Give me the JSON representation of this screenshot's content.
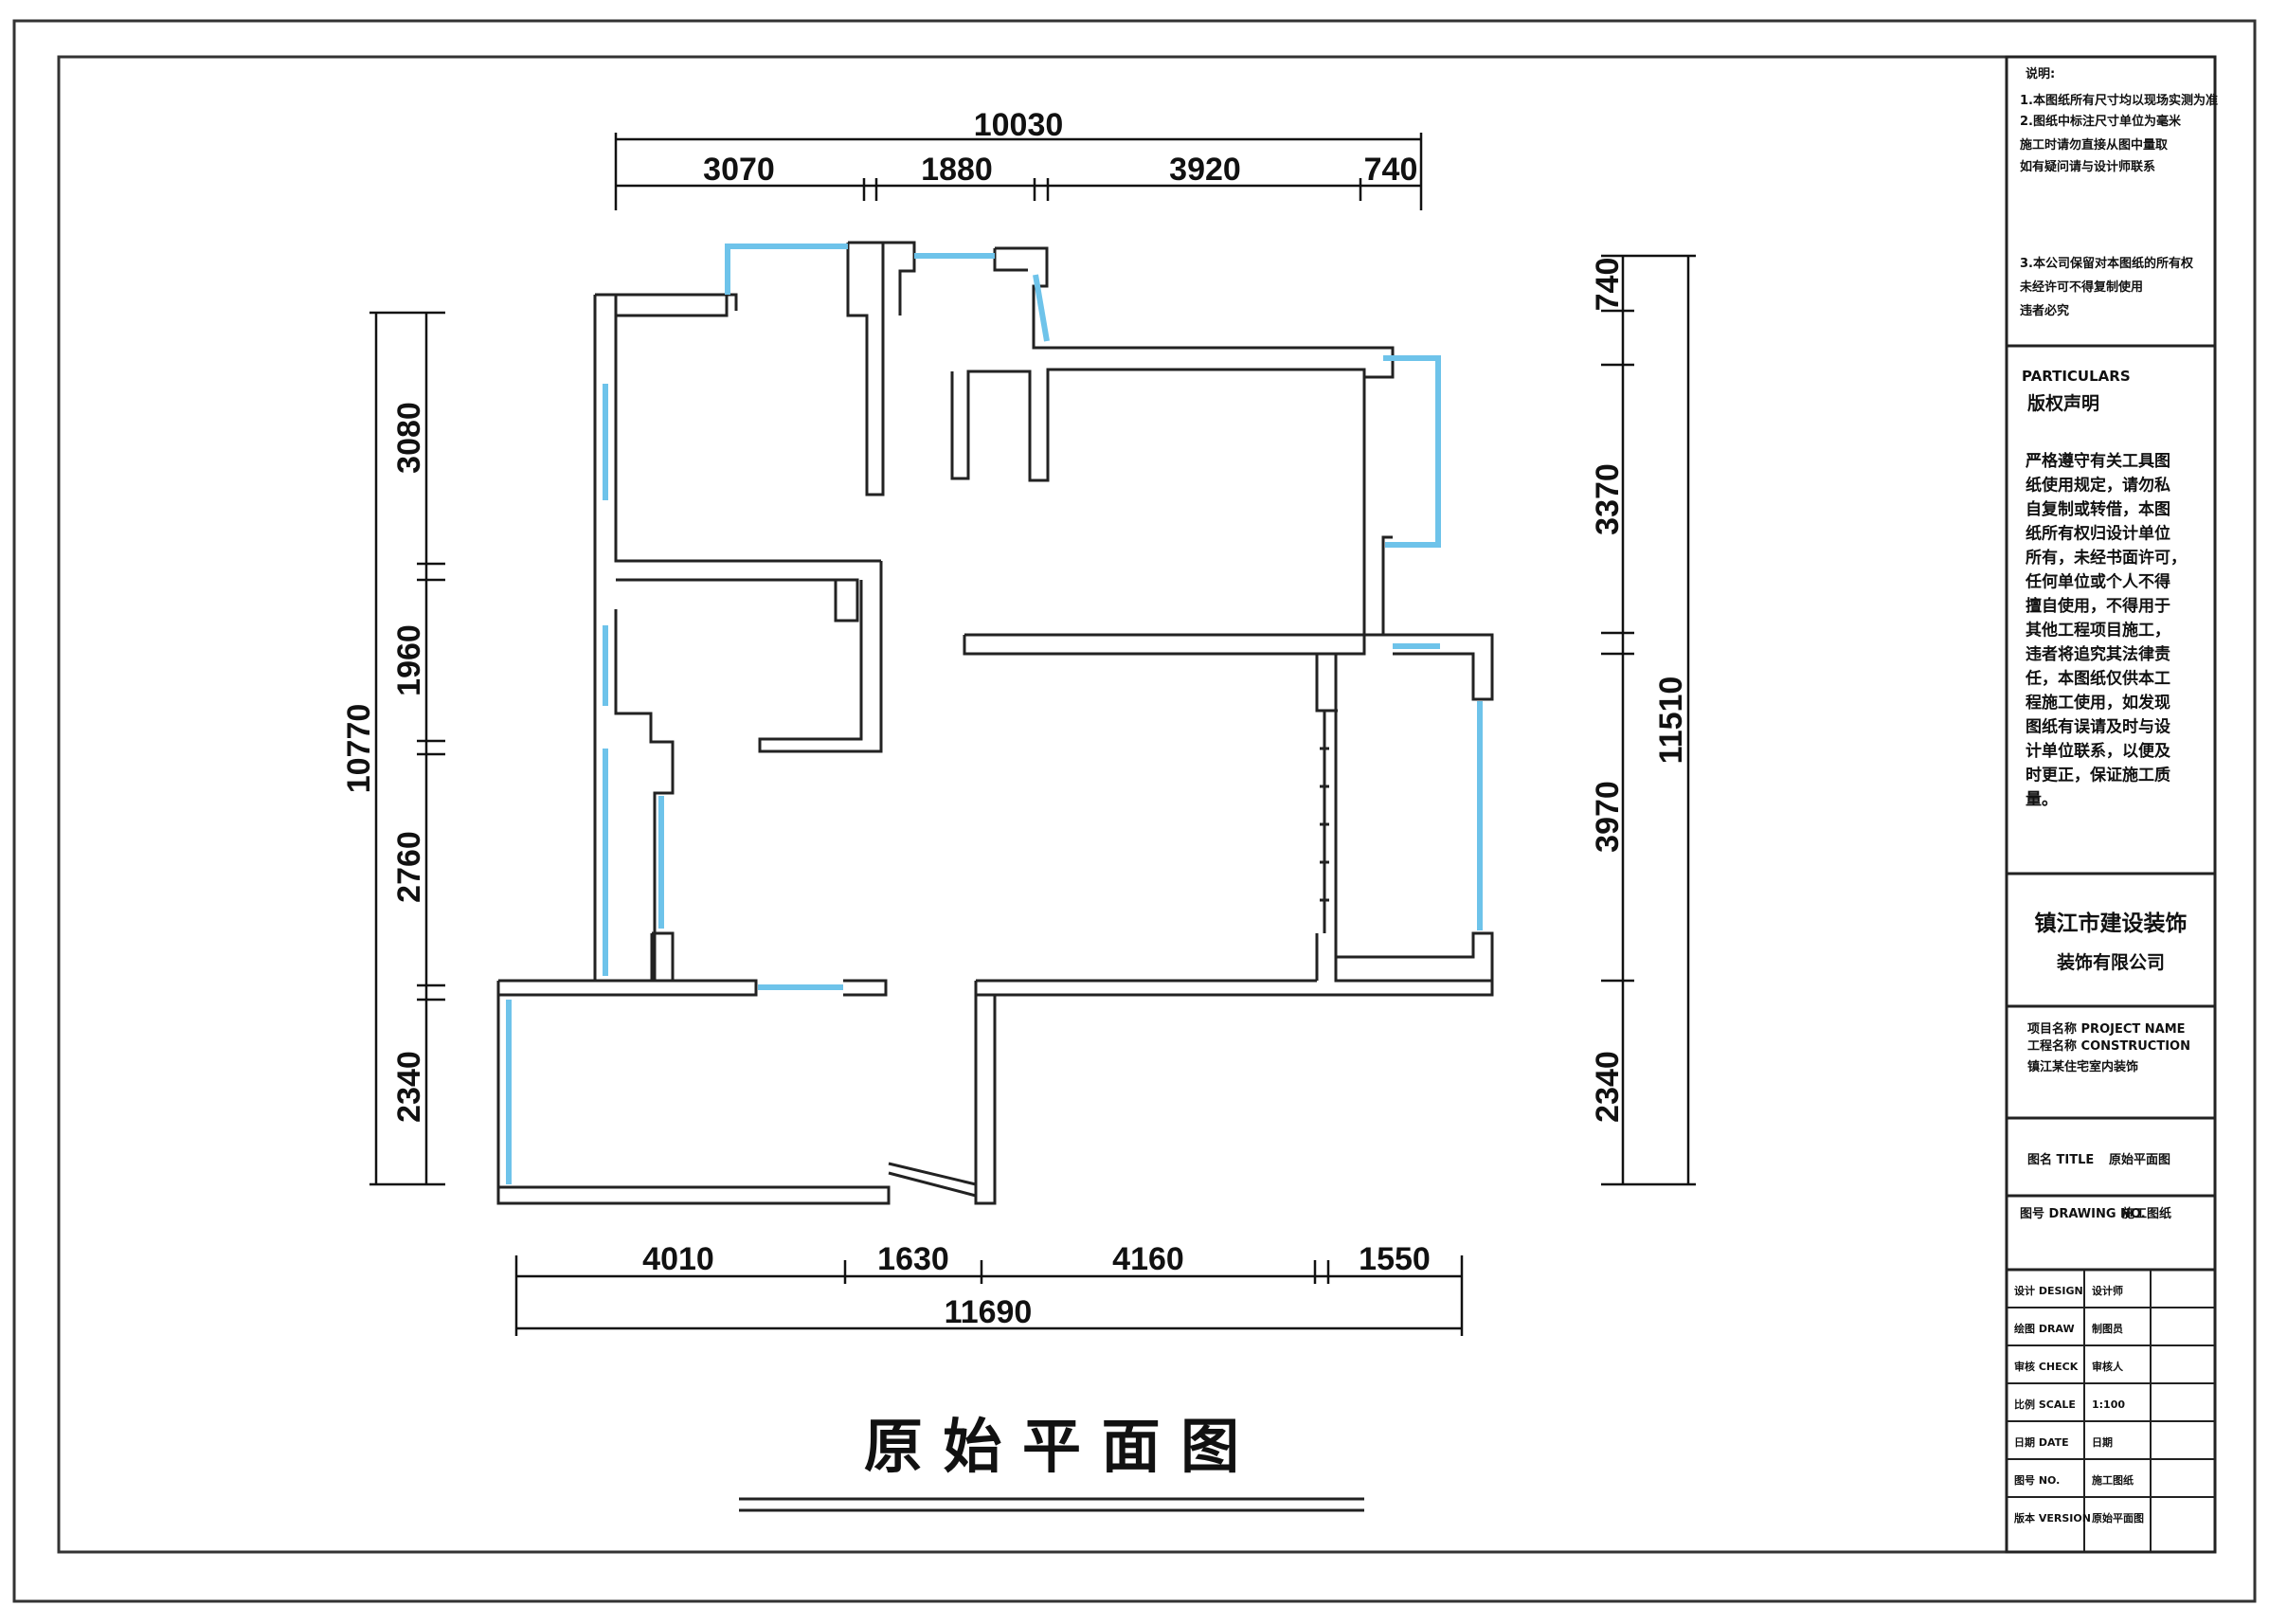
{
  "drawing": {
    "title": "原 始 平 面 图"
  },
  "dimensions": {
    "top_total": "10030",
    "top_segments": [
      "3070",
      "1880",
      "3920",
      "740"
    ],
    "bottom_total": "11690",
    "bottom_segments": [
      "4010",
      "1630",
      "4160",
      "1550"
    ],
    "left_total": "10770",
    "left_segments": [
      "3080",
      "1960",
      "2760",
      "2340"
    ],
    "right_total": "11510",
    "right_segments": [
      "740",
      "3370",
      "3970",
      "2340"
    ]
  },
  "title_block": {
    "notes_heading": "说明:",
    "notes_lines": [
      "1.本图纸所有尺寸均以现场实测为准",
      "2.图纸中标注尺寸单位为毫米",
      "施工时请勿直接从图中量取",
      "如有疑问请与设计师联系"
    ],
    "notes_lines2": [
      "3.本公司保留对本图纸的所有权",
      "未经许可不得复制使用",
      "违者必究"
    ],
    "copyright_en": "PARTICULARS",
    "copyright_cn": "版权声明",
    "copyright_body": [
      "严格遵守有关工具图",
      "纸使用规定，请勿私",
      "自复制或转借，本图",
      "纸所有权归设计单位",
      "所有，未经书面许可，",
      "任何单位或个人不得",
      "擅自使用，不得用于",
      "其他工程项目施工，",
      "违者将追究其法律责",
      "任，本图纸仅供本工",
      "程施工使用，如发现",
      "图纸有误请及时与设",
      "计单位联系，以便及",
      "时更正，保证施工质",
      "量。"
    ],
    "company_line1": "镇江市建设装饰",
    "company_line2": "装饰有限公司",
    "project_label_1": "项目名称 PROJECT NAME",
    "project_label_2": "工程名称 CONSTRUCTION",
    "project_value": "镇江某住宅室内装饰",
    "drawing_name_label": "图名 TITLE",
    "drawing_name_value": "原始平面图",
    "drawing_no_label": "图号 DRAWING NO.",
    "drawing_no_value": "施工图纸",
    "rows": [
      {
        "label": "设计 DESIGN",
        "value": "设计师"
      },
      {
        "label": "绘图 DRAW",
        "value": "制图员"
      },
      {
        "label": "审核 CHECK",
        "value": "审核人"
      },
      {
        "label": "比例 SCALE",
        "value": "1:100"
      },
      {
        "label": "日期 DATE",
        "value": "日期"
      },
      {
        "label": "图号 NO.",
        "value": "施工图纸"
      },
      {
        "label": "版本 VERSION",
        "value": "原始平面图"
      }
    ]
  },
  "colors": {
    "wall": "#222222",
    "window": "#6ec3ea",
    "frame": "#333333"
  }
}
